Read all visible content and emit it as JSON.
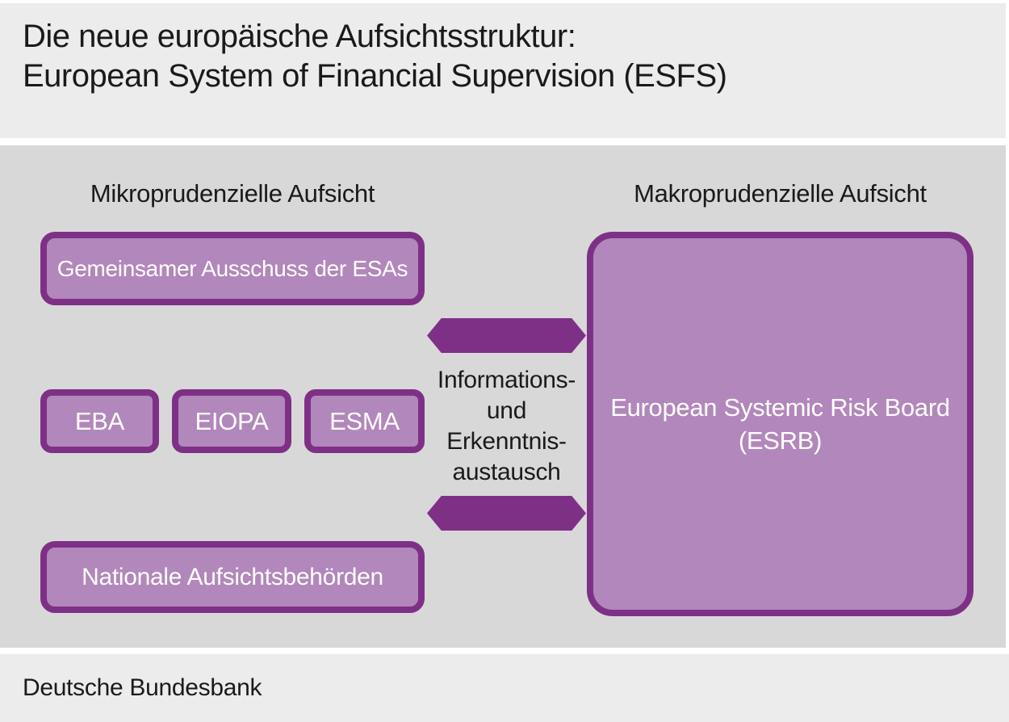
{
  "title": {
    "line1": "Die neue europäische Aufsichtsstruktur:",
    "line2": "European System of Financial Supervision (ESFS)"
  },
  "columns": {
    "micro_header": "Mikroprudenzielle Aufsicht",
    "macro_header": "Makroprudenzielle Aufsicht"
  },
  "boxes": {
    "joint_committee": "Gemeinsamer Ausschuss der ESAs",
    "esas": [
      "EBA",
      "EIOPA",
      "ESMA"
    ],
    "national": "Nationale Aufsichtsbehörden",
    "esrb_line1": "European Systemic Risk Board",
    "esrb_line2": "(ESRB)"
  },
  "exchange": {
    "lines": [
      "Informations-",
      "und",
      "Erkenntnis-",
      "austausch"
    ]
  },
  "footer": {
    "source": "Deutsche Bundesbank"
  },
  "colors": {
    "dark_purple": "#7e3087",
    "light_purple": "#b287bb",
    "band_gray": "#ececec",
    "content_gray": "#d8d8d8",
    "text_black": "#1a1a1a",
    "box_text_white": "#ffffff"
  }
}
